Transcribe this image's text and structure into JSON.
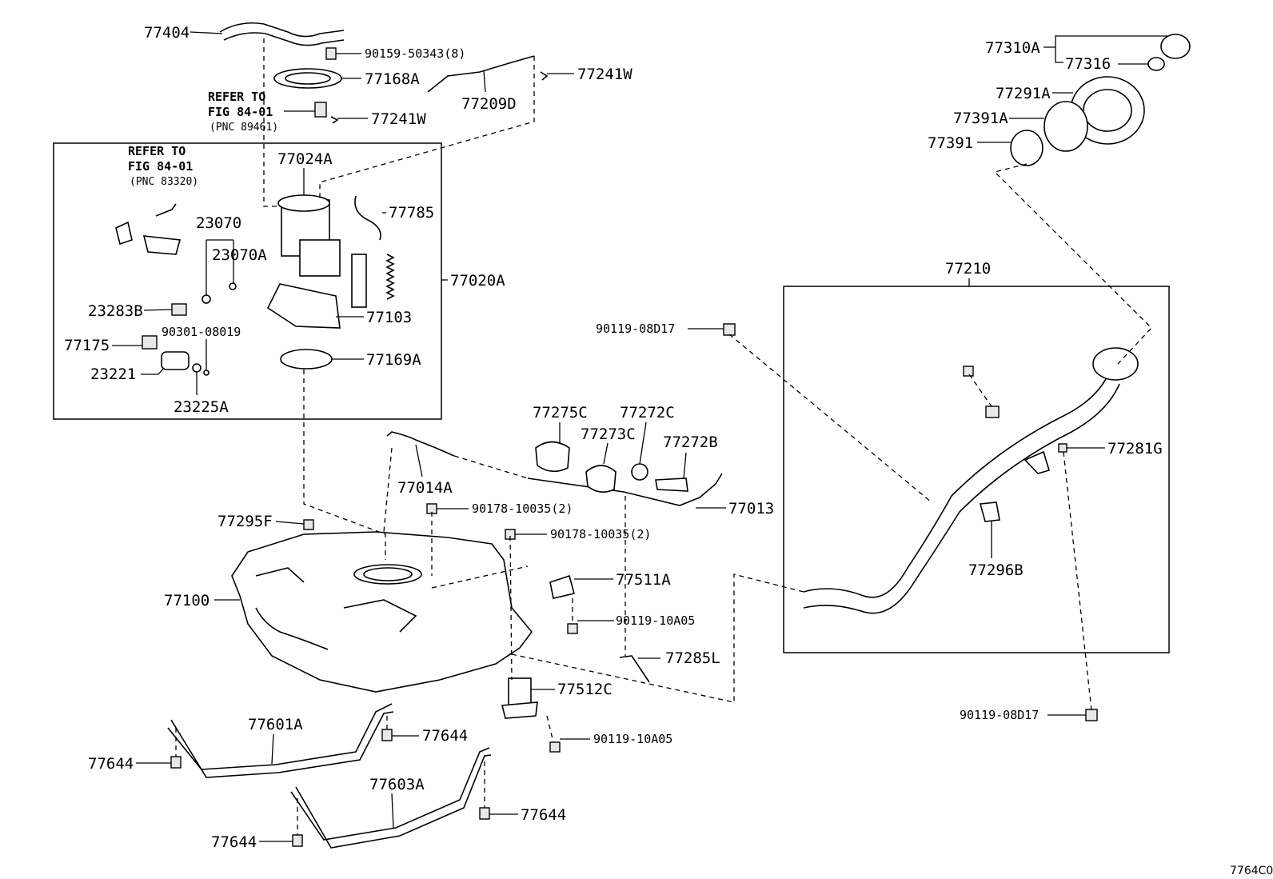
{
  "labels": {
    "p77404": "77404",
    "p90159": "90159-50343(8)",
    "p77168A": "77168A",
    "p77241W_a": "77241W",
    "p77241W_b": "77241W",
    "p77209D": "77209D",
    "refer1": "REFER TO",
    "fig1": "FIG 84-01",
    "pnc1": "(PNC 89461)",
    "refer2": "REFER TO",
    "fig2": "FIG 84-01",
    "pnc2": "(PNC 83320)",
    "p77024A": "77024A",
    "p23070": "23070",
    "p23070A": "23070A",
    "p77785": "77785",
    "p77020A": "77020A",
    "p23283B": "23283B",
    "p77103": "77103",
    "p90301": "90301-08019",
    "p77175": "77175",
    "p77169A": "77169A",
    "p23221": "23221",
    "p23225A": "23225A",
    "p77310A": "77310A",
    "p77316": "77316",
    "p77291A": "77291A",
    "p77391A": "77391A",
    "p77391": "77391",
    "p77210": "77210",
    "p90119_08D17_a": "90119-08D17",
    "p77281G": "77281G",
    "p77296B": "77296B",
    "p90119_08D17_b": "90119-08D17",
    "p77275C": "77275C",
    "p77272C": "77272C",
    "p77273C": "77273C",
    "p77272B": "77272B",
    "p77014A": "77014A",
    "p77013": "77013",
    "p90178_a": "90178-10035(2)",
    "p90178_b": "90178-10035(2)",
    "p77295F": "77295F",
    "p77511A": "77511A",
    "p77100": "77100",
    "p90119_10A05_a": "90119-10A05",
    "p77285L": "77285L",
    "p77512C": "77512C",
    "p77601A": "77601A",
    "p77644_a": "77644",
    "p90119_10A05_b": "90119-10A05",
    "p77644_b": "77644",
    "p77603A": "77603A",
    "p77644_c": "77644",
    "p77644_d": "77644",
    "drawing_id": "7764C0"
  }
}
